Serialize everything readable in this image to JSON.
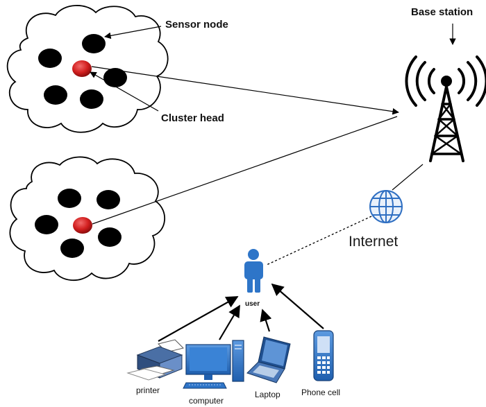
{
  "labels": {
    "sensor_node": "Sensor node",
    "cluster_head": "Cluster head",
    "base_station": "Base station",
    "internet": "Internet",
    "user": "user",
    "printer": "printer",
    "computer": "computer",
    "laptop": "Laptop",
    "phone_cell": "Phone cell"
  },
  "colors": {
    "cluster_head": "#d21f1f",
    "device_blue": "#2e75c8",
    "globe_blue": "#2f6fc2",
    "sensor_node": "#000000"
  },
  "icons": {
    "base_station": "radio-tower-icon",
    "internet": "globe-icon",
    "user": "person-icon",
    "printer": "printer-icon",
    "computer": "desktop-computer-icon",
    "laptop": "laptop-icon",
    "phone": "mobile-phone-icon"
  }
}
